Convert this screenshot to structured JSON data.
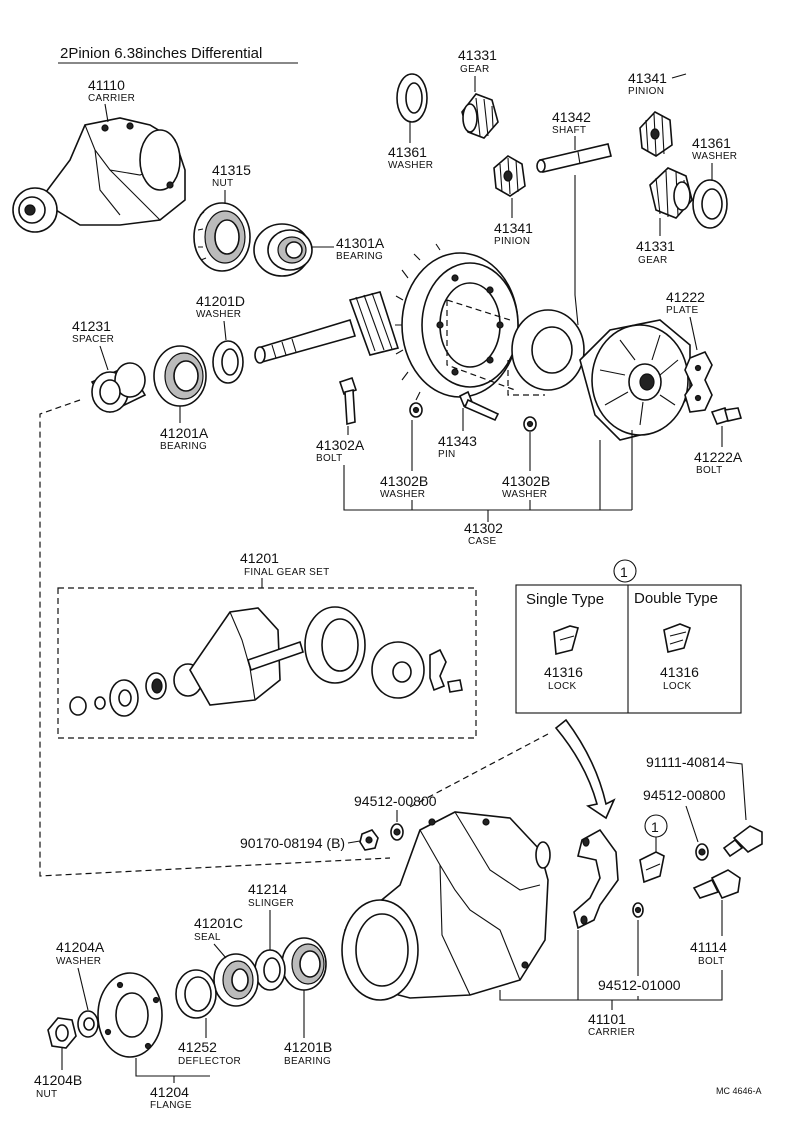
{
  "title": "2Pinion 6.38inches Differential",
  "footer_code": "MC 4646-A",
  "parts": {
    "p41110": {
      "number": "41110",
      "name": "CARRIER"
    },
    "p41315": {
      "number": "41315",
      "name": "NUT"
    },
    "p41301A": {
      "number": "41301A",
      "name": "BEARING"
    },
    "p41201D": {
      "number": "41201D",
      "name": "WASHER"
    },
    "p41231": {
      "number": "41231",
      "name": "SPACER"
    },
    "p41201A": {
      "number": "41201A",
      "name": "BEARING"
    },
    "p41361a": {
      "number": "41361",
      "name": "WASHER"
    },
    "p41331a": {
      "number": "41331",
      "name": "GEAR"
    },
    "p41341a": {
      "number": "41341",
      "name": "PINION"
    },
    "p41342": {
      "number": "41342",
      "name": "SHAFT"
    },
    "p41341b": {
      "number": "41341",
      "name": "PINION"
    },
    "p41361b": {
      "number": "41361",
      "name": "WASHER"
    },
    "p41331b": {
      "number": "41331",
      "name": "GEAR"
    },
    "p41222": {
      "number": "41222",
      "name": "PLATE"
    },
    "p41222A": {
      "number": "41222A",
      "name": "BOLT"
    },
    "p41302A": {
      "number": "41302A",
      "name": "BOLT"
    },
    "p41343": {
      "number": "41343",
      "name": "PIN"
    },
    "p41302Ba": {
      "number": "41302B",
      "name": "WASHER"
    },
    "p41302Bb": {
      "number": "41302B",
      "name": "WASHER"
    },
    "p41302": {
      "number": "41302",
      "name": "CASE"
    },
    "p41201": {
      "number": "41201",
      "name": "FINAL GEAR SET"
    },
    "p94512_00800a": {
      "number": "94512-00800"
    },
    "p90170": {
      "number": "90170-08194 (B)"
    },
    "p91111": {
      "number": "91111-40814"
    },
    "p94512_00800b": {
      "number": "94512-00800"
    },
    "p41214": {
      "number": "41214",
      "name": "SLINGER"
    },
    "p41201C": {
      "number": "41201C",
      "name": "SEAL"
    },
    "p41204A": {
      "number": "41204A",
      "name": "WASHER"
    },
    "p41252": {
      "number": "41252",
      "name": "DEFLECTOR"
    },
    "p41201B": {
      "number": "41201B",
      "name": "BEARING"
    },
    "p41204B": {
      "number": "41204B",
      "name": "NUT"
    },
    "p41204": {
      "number": "41204",
      "name": "FLANGE"
    },
    "p41114": {
      "number": "41114",
      "name": "BOLT"
    },
    "p94512_01000": {
      "number": "94512-01000"
    },
    "p41101": {
      "number": "41101",
      "name": "CARRIER"
    }
  },
  "lock_box": {
    "marker": "1",
    "single": {
      "heading": "Single Type",
      "number": "41316",
      "name": "LOCK"
    },
    "double": {
      "heading": "Double Type",
      "number": "41316",
      "name": "LOCK"
    }
  },
  "callout_marker": "1"
}
